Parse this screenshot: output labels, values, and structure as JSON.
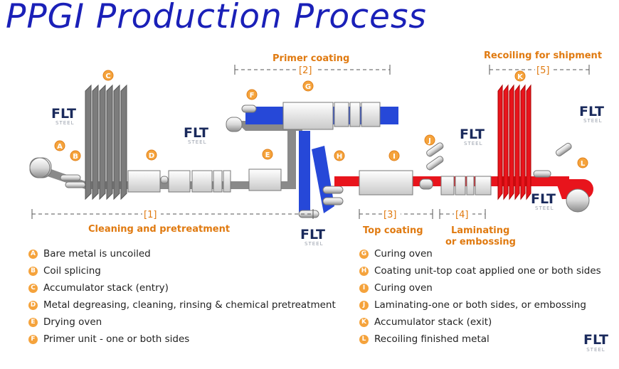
{
  "title": "PPGI Production Process",
  "sections": [
    {
      "num": "[1]",
      "label": "Cleaning and pretreatment"
    },
    {
      "num": "[2]",
      "label": "Primer coating"
    },
    {
      "num": "[3]",
      "label": "Top coating"
    },
    {
      "num": "[4]",
      "label": "Laminating",
      "label2": "or embossing"
    },
    {
      "num": "[5]",
      "label": "Recoiling for shipment"
    }
  ],
  "markers": [
    "A",
    "B",
    "C",
    "D",
    "E",
    "F",
    "G",
    "H",
    "I",
    "J",
    "K",
    "L"
  ],
  "legend_left": [
    {
      "key": "A",
      "text": "Bare metal is uncoiled"
    },
    {
      "key": "B",
      "text": "Coil splicing"
    },
    {
      "key": "C",
      "text": "Accumulator stack (entry)"
    },
    {
      "key": "D",
      "text": "Metal degreasing, cleaning, rinsing & chemical pretreatment"
    },
    {
      "key": "E",
      "text": "Drying oven"
    },
    {
      "key": "F",
      "text": "Primer unit - one or both sides"
    }
  ],
  "legend_right": [
    {
      "key": "G",
      "text": "Curing oven"
    },
    {
      "key": "H",
      "text": "Coating unit-top coat applied one or both sides"
    },
    {
      "key": "I",
      "text": "Curing oven"
    },
    {
      "key": "J",
      "text": "Laminating-one or both sides, or embossing"
    },
    {
      "key": "K",
      "text": "Accumulator stack (exit)"
    },
    {
      "key": "L",
      "text": "Recoiling finished metal"
    }
  ],
  "logo": {
    "main": "FLT",
    "sub": "STEEL"
  },
  "colors": {
    "title": "#1a20b8",
    "accent": "#e07a10",
    "strip_gray": "#8a8a8a",
    "strip_blue": "#2648d8",
    "strip_red": "#e8141c"
  }
}
